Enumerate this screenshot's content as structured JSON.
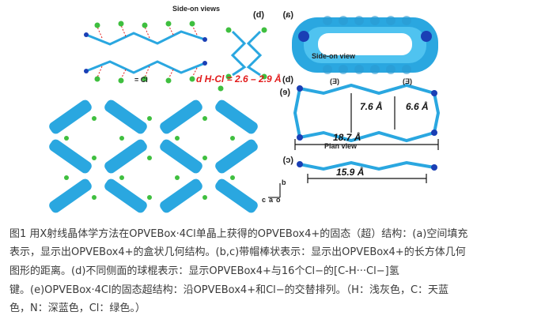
{
  "figure": {
    "panel_labels": {
      "a": "(a)",
      "b_top": "(b)",
      "b_right": "(b)",
      "c": "(c)",
      "e": "(e)"
    },
    "side_on_views_top": "Side-on views",
    "side_on_view_bottom": "Side-on view",
    "plan_view": "Plan view",
    "e_label": "(E)",
    "dim_7_6": "7.6 Å",
    "dim_6_6": "6.6 Å",
    "dim_18_7": "18.7 Å",
    "dim_15_9": "15.9 Å",
    "hcl_label": "d H-Cl = 2.6 – 2.9 Å",
    "cl_legend": "= Cl",
    "axis_b": "b",
    "axis_a": "a",
    "axis_o": "o",
    "axis_c": "c",
    "colors": {
      "cyan": "#2aa7e0",
      "cyan_light": "#4fc3f0",
      "green": "#3fbf3f",
      "blue": "#1a3fb5",
      "red": "#e21b1b"
    }
  },
  "caption": {
    "line1": "图1 用X射线晶体学方法在OPVEBox·4Cl单晶上获得的OPVEBox4+的固态（超）结构：(a)空间填充",
    "line2": "表示，显示出OPVEBox4+的盒状几何结构。(b,c)带帽棒状表示：显示出OPVEBox4+的长方体几何",
    "line3": "图形的距离。(d)不同侧面的球棍表示：显示OPVEBox4+与16个Cl−的[C-H···Cl−]氢",
    "line4": "键。(e)OPVEBox·4Cl的固态超结构：沿OPVEBox4+和Cl−的交替排列。（H：浅灰色，C：天蓝",
    "line5": "色，N：深蓝色，Cl：绿色。）"
  }
}
